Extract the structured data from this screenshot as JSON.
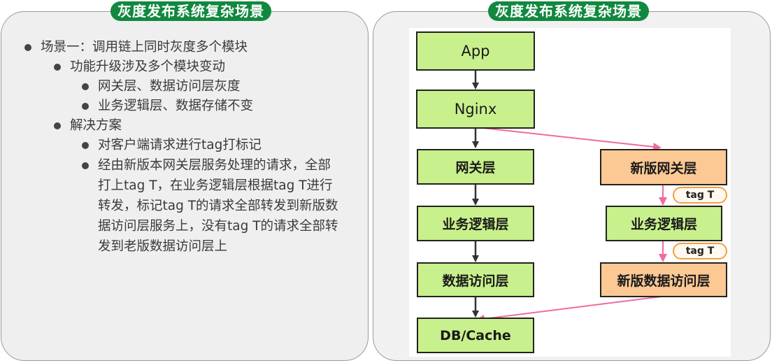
{
  "left": {
    "title": "灰度发布系统复杂场景",
    "items": [
      {
        "text": "场景一：调用链上同时灰度多个模块",
        "level": 1
      },
      {
        "text": "功能升级涉及多个模块变动",
        "level": 2
      },
      {
        "text": "网关层、数据访问层灰度",
        "level": 3
      },
      {
        "text": "业务逻辑层、数据存储不变",
        "level": 3
      },
      {
        "text": "解决方案",
        "level": 2
      },
      {
        "text": "对客户端请求进行tag打标记",
        "level": 3
      },
      {
        "text": "经由新版本网关层服务处理的请求，全部",
        "level": 3
      },
      {
        "text": "打上tag T，在业务逻辑层根据tag T进行",
        "level": 4
      },
      {
        "text": "转发，标记tag T的请求全部转发到新版数",
        "level": 4
      },
      {
        "text": "据访问层服务上，没有tag T的请求全部转",
        "level": 4
      },
      {
        "text": "发到老版数据访问层上",
        "level": 4
      }
    ]
  },
  "right": {
    "title": "灰度发布系统复杂场景",
    "nodes": {
      "app": "App",
      "nginx": "Nginx",
      "gateway": "网关层",
      "business": "业务逻辑层",
      "data_access": "数据访问层",
      "db_cache": "DB/Cache",
      "new_gateway": "新版网关层",
      "new_business": "业务逻辑层",
      "new_data_access": "新版数据访问层"
    },
    "tags": [
      "tag T",
      "tag T"
    ],
    "colors": {
      "old_node_fill": "#c8f08c",
      "new_node_fill": "#fcc894",
      "gray_arrow": "#333333",
      "gray_route_arrow": "#f06aa0",
      "title_badge": "#11883f"
    }
  }
}
